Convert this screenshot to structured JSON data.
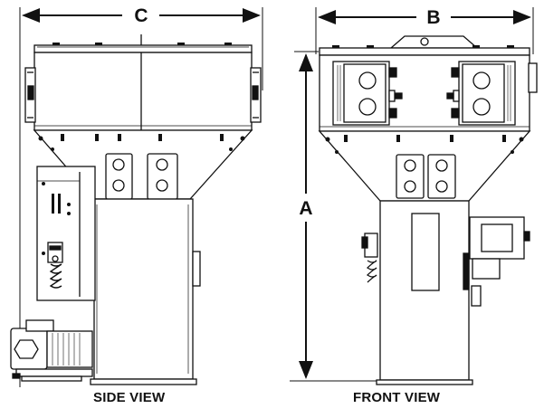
{
  "dimension_labels": {
    "width_side": "C",
    "width_front": "B",
    "height": "A"
  },
  "captions": {
    "side": "SIDE VIEW",
    "front": "FRONT VIEW"
  },
  "colors": {
    "ink": "#111111",
    "fill": "#ffffff",
    "shade": "#dcdcdc"
  }
}
